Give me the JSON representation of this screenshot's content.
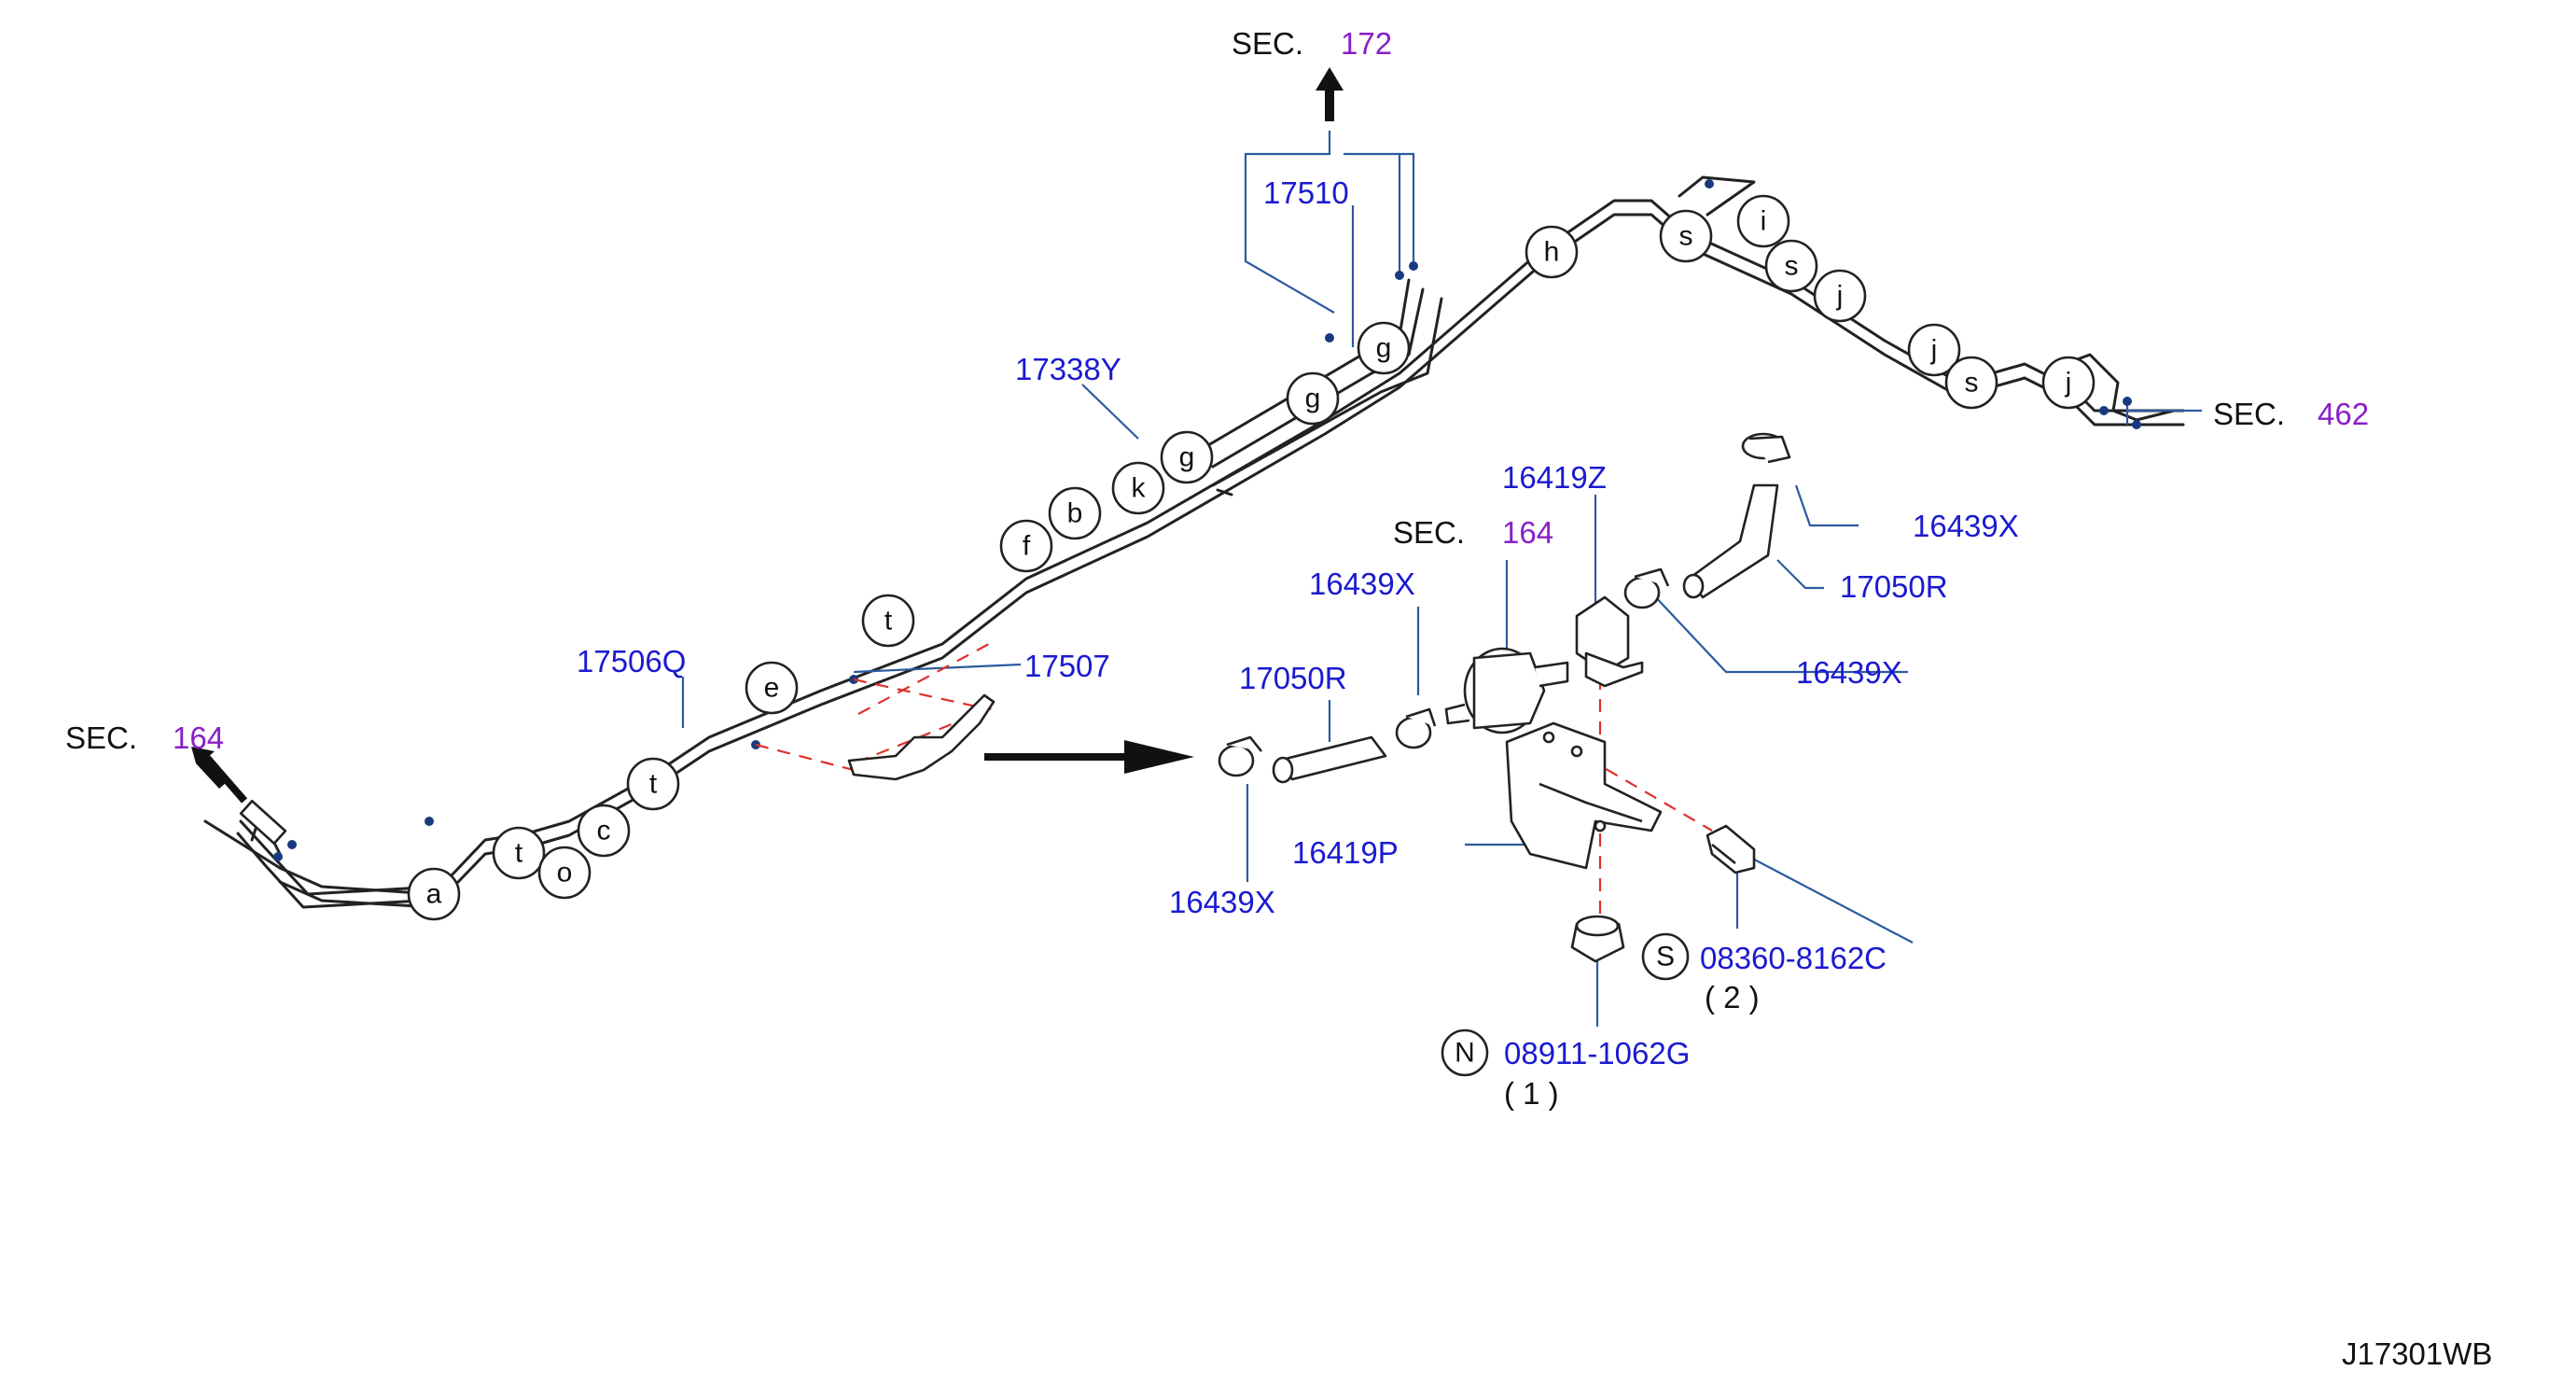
{
  "diagram_code": "J17301WB",
  "sections": [
    {
      "id": "sec-172",
      "prefix": "SEC.",
      "number": "172"
    },
    {
      "id": "sec-164-left",
      "prefix": "SEC.",
      "number": "164"
    },
    {
      "id": "sec-164-filter",
      "prefix": "SEC.",
      "number": "164"
    },
    {
      "id": "sec-462",
      "prefix": "SEC.",
      "number": "462"
    }
  ],
  "part_numbers": {
    "p17510": "17510",
    "p17338Y": "17338Y",
    "p17506Q": "17506Q",
    "p17507": "17507",
    "p16419Z": "16419Z",
    "p16439X_top": "16439X",
    "p17050R_right": "17050R",
    "p16439X_right": "16439X",
    "p16439X_mid": "16439X",
    "p17050R_left": "17050R",
    "p16419P": "16419P",
    "p16439X_bottom": "16439X",
    "p08360": "08360-8162C",
    "p08911": "08911-1062G"
  },
  "quantities": {
    "q08360": "( 2 )",
    "q08911": "( 1 )"
  },
  "symbols": {
    "screw": "S",
    "nut": "N"
  },
  "callouts": [
    "a",
    "t",
    "o",
    "c",
    "t",
    "e",
    "t",
    "f",
    "b",
    "k",
    "g",
    "g",
    "g",
    "h",
    "s",
    "i",
    "s",
    "j",
    "j",
    "s",
    "j"
  ]
}
